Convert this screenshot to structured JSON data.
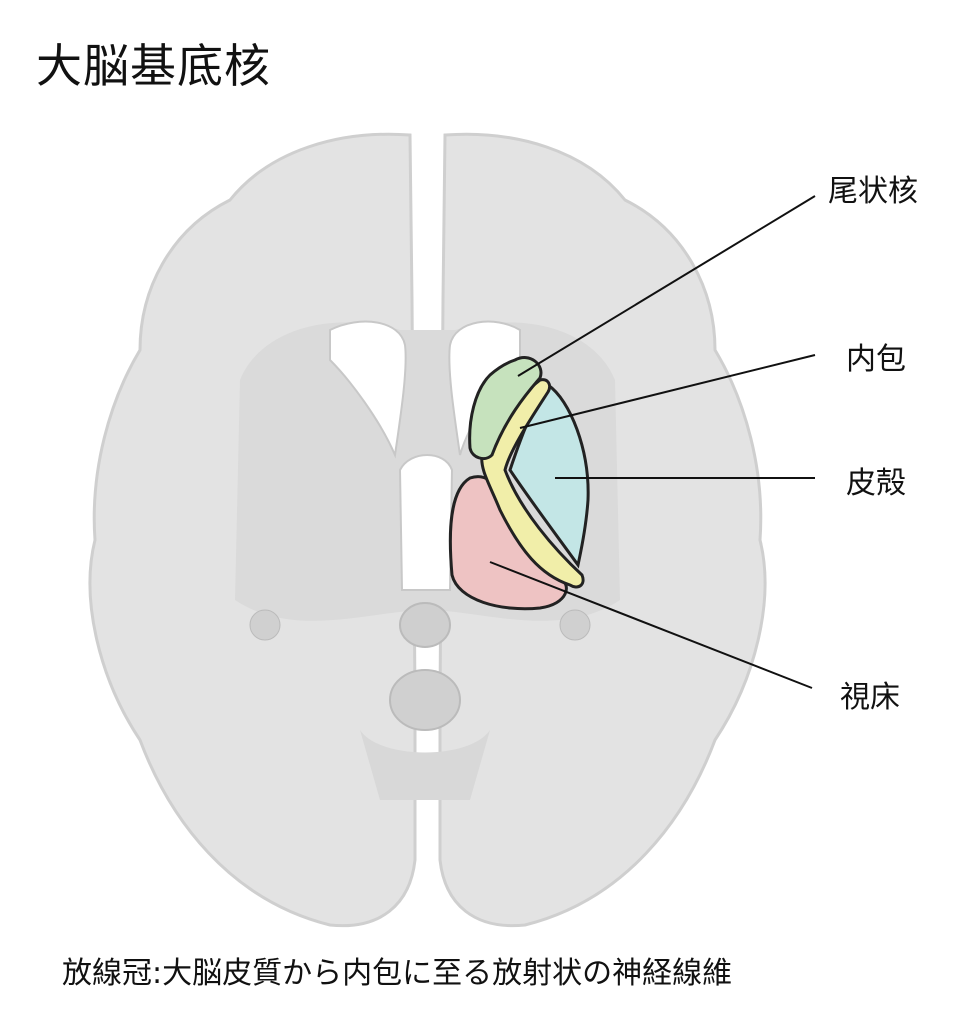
{
  "title": "大脳基底核",
  "labels": {
    "caudate": "尾状核",
    "internal_capsule": "内包",
    "putamen": "皮殻",
    "thalamus": "視床"
  },
  "caption": "放線冠:大脳皮質から内包に至る放射状の神経線維",
  "colors": {
    "caudate": "#c6e2bd",
    "internal_capsule": "#f1eea9",
    "putamen": "#c3e6e6",
    "thalamus": "#eec3c3",
    "brain": "#e3e3e3"
  }
}
